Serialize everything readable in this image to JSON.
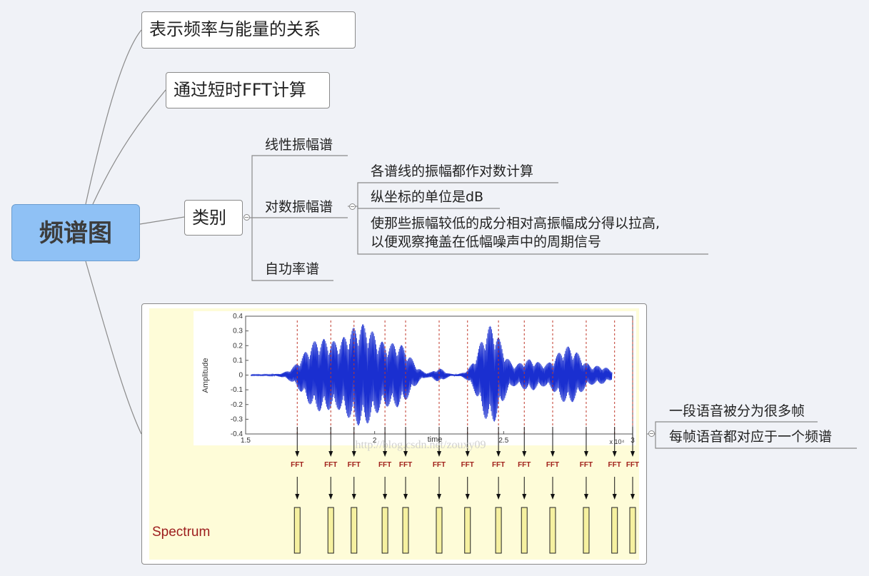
{
  "root": {
    "label": "频谱图"
  },
  "branches": {
    "freq_energy": "表示频率与能量的关系",
    "fft": "通过短时FFT计算",
    "category": "类别"
  },
  "categories": {
    "linear": "线性振幅谱",
    "log": "对数振幅谱",
    "power": "自功率谱"
  },
  "log_details": {
    "d1": "各谱线的振幅都作对数计算",
    "d2": "纵坐标的单位是dB",
    "d3_line1": "使那些振幅较低的成分相对高振幅成分得以拉高,",
    "d3_line2": "以便观察掩盖在低幅噪声中的周期信号"
  },
  "figure_notes": {
    "n1": "一段语音被分为很多帧",
    "n2": "每帧语音都对应于一个频谱"
  },
  "chart_data": {
    "type": "line",
    "ylabel": "Amplitude",
    "xlabel": "time",
    "x_multiplier": "x 10⁴",
    "ylim": [
      -0.4,
      0.4
    ],
    "xlim": [
      1.5,
      3
    ],
    "y_ticks": [
      "0.4",
      "0.3",
      "0.2",
      "0.1",
      "0",
      "-0.1",
      "-0.2",
      "-0.3",
      "-0.4"
    ],
    "x_ticks": [
      "1.5",
      "2",
      "2.5",
      "3"
    ],
    "frame_positions": [
      1.7,
      1.83,
      1.92,
      2.04,
      2.12,
      2.25,
      2.36,
      2.48,
      2.58,
      2.69,
      2.82,
      2.93,
      3.0
    ],
    "fft_label": "FFT",
    "spectrum_label": "Spectrum",
    "watermark": "http://blog.csdn.net/zouxy09",
    "colors": {
      "background": "#fefcd8",
      "waveform": "#1a2fd0",
      "frame_line": "#c0392b",
      "fft_text": "#a0201a",
      "spectrum_bar": "#f6f1a0"
    }
  }
}
